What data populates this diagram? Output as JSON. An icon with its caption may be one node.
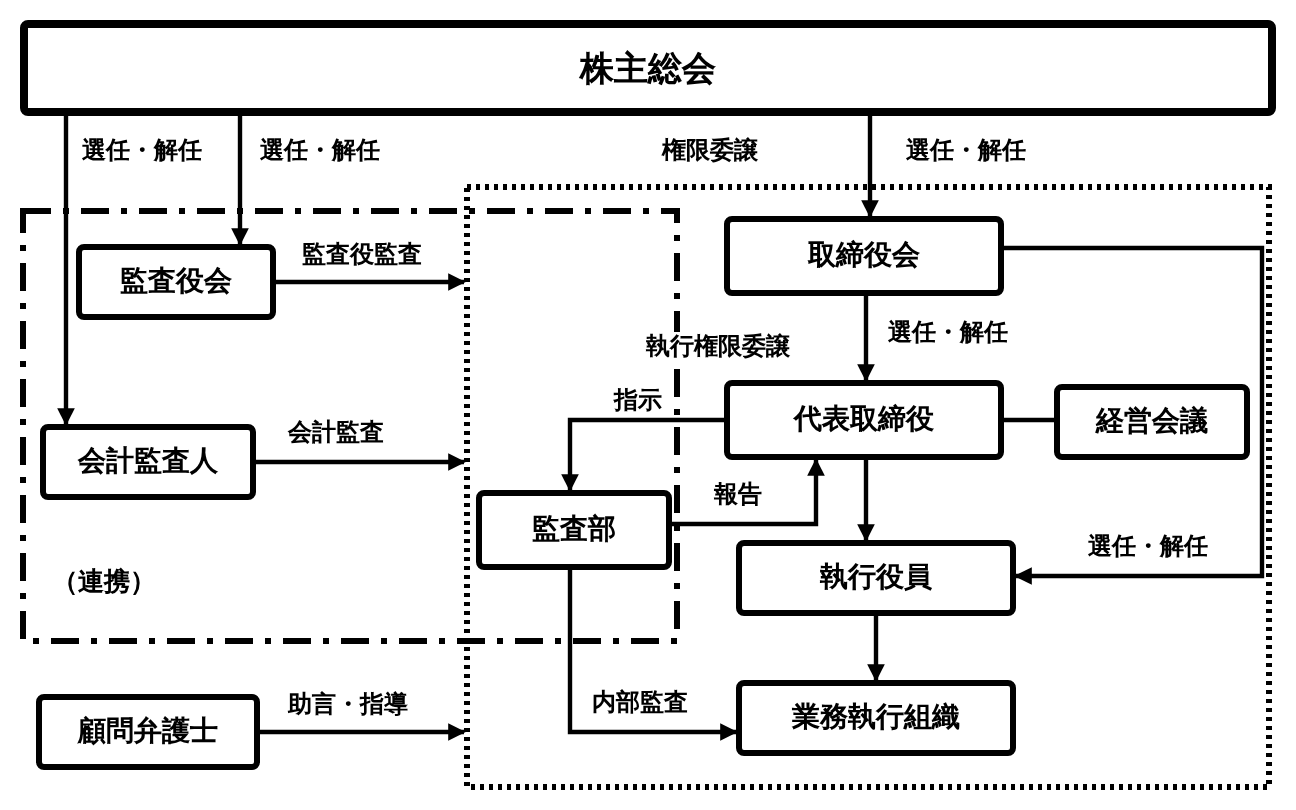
{
  "diagram": {
    "nodes": [
      {
        "text": [
          "株主総会"
        ]
      },
      {
        "text": [
          "（連携）"
        ]
      },
      {
        "text": [],
        "shape": "box"
      },
      {
        "text": [
          "監査役会"
        ],
        "in": 1
      },
      {
        "text": [
          "会計監査人"
        ],
        "in": 1
      },
      {
        "text": [
          "取締役会"
        ],
        "in": 2
      },
      {
        "text": [
          "代表取締役"
        ],
        "in": 2
      },
      {
        "text": [
          "経営会議"
        ],
        "in": 2
      },
      {
        "text": [
          "監査部"
        ]
      },
      {
        "text": [
          "執行役員"
        ],
        "in": 2
      },
      {
        "text": [
          "業務執行組織"
        ],
        "in": 2
      },
      {
        "text": [
          "顧問弁護士"
        ]
      }
    ],
    "edges": [
      {
        "from": 0,
        "to": 4,
        "arrow": "to",
        "label": "選任・解任"
      },
      {
        "from": 0,
        "to": 3,
        "arrow": "to",
        "label": "選任・解任"
      },
      {
        "from": 0,
        "to": 5,
        "arrow": "to",
        "label": "権限委譲"
      },
      {
        "from": 3,
        "to": 2,
        "arrow": "to",
        "label": "監査役監査"
      },
      {
        "from": 4,
        "to": 2,
        "arrow": "to",
        "label": "会計監査"
      },
      {
        "from": 5,
        "to": 6,
        "arrow": "to",
        "label": "選任・解任"
      },
      {
        "from": 6,
        "to": 8,
        "arrow": "to",
        "label": "指示"
      },
      {
        "from": 8,
        "to": 6,
        "arrow": "to",
        "label": "報告"
      },
      {
        "from": 6,
        "to": 7,
        "arrow": "none"
      },
      {
        "from": 6,
        "to": 9,
        "arrow": "to"
      },
      {
        "from": 9,
        "to": 10,
        "arrow": "to"
      },
      {
        "from": 5,
        "to": 9,
        "arrow": "to",
        "label": "選任・解任"
      },
      {
        "from": 8,
        "to": 10,
        "arrow": "to",
        "label": "内部監査"
      },
      {
        "from": 11,
        "to": 2,
        "arrow": "to",
        "label": "助言・指導"
      }
    ],
    "labels": [
      "選任・解任",
      "執行権限委譲"
    ]
  }
}
